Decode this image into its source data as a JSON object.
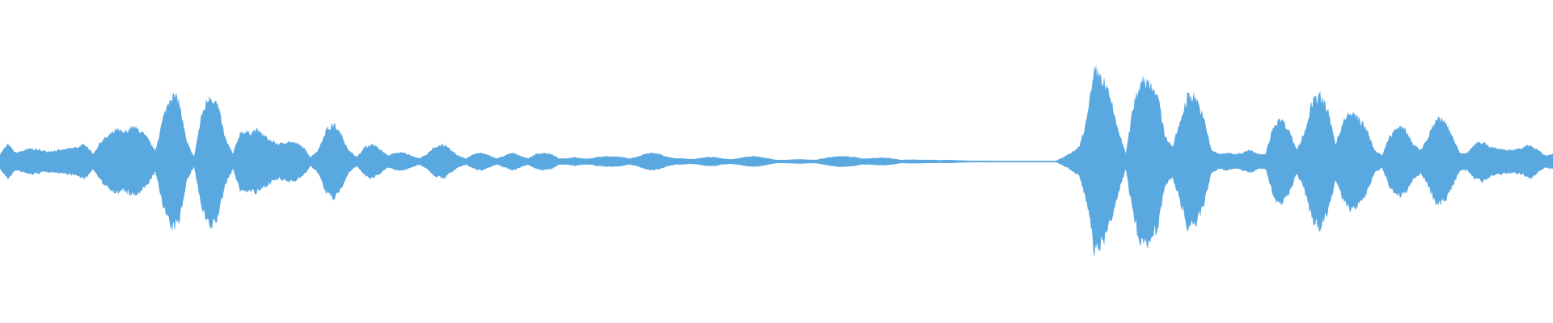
{
  "waveform": {
    "color": "#5aa8e0",
    "background": "#ffffff",
    "amplitude_envelope": [
      [
        0.0,
        0.05
      ],
      [
        0.005,
        0.12
      ],
      [
        0.01,
        0.06
      ],
      [
        0.02,
        0.09
      ],
      [
        0.03,
        0.07
      ],
      [
        0.04,
        0.08
      ],
      [
        0.05,
        0.1
      ],
      [
        0.055,
        0.12
      ],
      [
        0.06,
        0.05
      ],
      [
        0.065,
        0.14
      ],
      [
        0.07,
        0.18
      ],
      [
        0.075,
        0.22
      ],
      [
        0.08,
        0.2
      ],
      [
        0.085,
        0.24
      ],
      [
        0.09,
        0.22
      ],
      [
        0.095,
        0.16
      ],
      [
        0.1,
        0.07
      ],
      [
        0.105,
        0.3
      ],
      [
        0.11,
        0.47
      ],
      [
        0.115,
        0.43
      ],
      [
        0.12,
        0.14
      ],
      [
        0.125,
        0.03
      ],
      [
        0.13,
        0.33
      ],
      [
        0.135,
        0.47
      ],
      [
        0.14,
        0.4
      ],
      [
        0.145,
        0.16
      ],
      [
        0.15,
        0.05
      ],
      [
        0.155,
        0.21
      ],
      [
        0.16,
        0.2
      ],
      [
        0.165,
        0.22
      ],
      [
        0.17,
        0.18
      ],
      [
        0.175,
        0.14
      ],
      [
        0.18,
        0.12
      ],
      [
        0.185,
        0.14
      ],
      [
        0.19,
        0.13
      ],
      [
        0.195,
        0.1
      ],
      [
        0.2,
        0.03
      ],
      [
        0.205,
        0.08
      ],
      [
        0.21,
        0.22
      ],
      [
        0.215,
        0.26
      ],
      [
        0.22,
        0.18
      ],
      [
        0.225,
        0.07
      ],
      [
        0.23,
        0.03
      ],
      [
        0.235,
        0.1
      ],
      [
        0.24,
        0.12
      ],
      [
        0.245,
        0.08
      ],
      [
        0.25,
        0.04
      ],
      [
        0.255,
        0.06
      ],
      [
        0.26,
        0.06
      ],
      [
        0.265,
        0.04
      ],
      [
        0.27,
        0.02
      ],
      [
        0.275,
        0.05
      ],
      [
        0.28,
        0.1
      ],
      [
        0.285,
        0.12
      ],
      [
        0.29,
        0.08
      ],
      [
        0.295,
        0.04
      ],
      [
        0.3,
        0.02
      ],
      [
        0.305,
        0.05
      ],
      [
        0.31,
        0.06
      ],
      [
        0.315,
        0.04
      ],
      [
        0.32,
        0.02
      ],
      [
        0.325,
        0.04
      ],
      [
        0.33,
        0.06
      ],
      [
        0.335,
        0.04
      ],
      [
        0.34,
        0.02
      ],
      [
        0.345,
        0.05
      ],
      [
        0.35,
        0.06
      ],
      [
        0.355,
        0.05
      ],
      [
        0.36,
        0.02
      ],
      [
        0.365,
        0.02
      ],
      [
        0.37,
        0.03
      ],
      [
        0.375,
        0.02
      ],
      [
        0.38,
        0.02
      ],
      [
        0.385,
        0.03
      ],
      [
        0.39,
        0.035
      ],
      [
        0.395,
        0.035
      ],
      [
        0.4,
        0.03
      ],
      [
        0.405,
        0.02
      ],
      [
        0.41,
        0.03
      ],
      [
        0.415,
        0.05
      ],
      [
        0.42,
        0.06
      ],
      [
        0.425,
        0.05
      ],
      [
        0.43,
        0.03
      ],
      [
        0.435,
        0.02
      ],
      [
        0.44,
        0.02
      ],
      [
        0.445,
        0.015
      ],
      [
        0.45,
        0.02
      ],
      [
        0.455,
        0.03
      ],
      [
        0.46,
        0.03
      ],
      [
        0.465,
        0.02
      ],
      [
        0.47,
        0.015
      ],
      [
        0.475,
        0.02
      ],
      [
        0.48,
        0.03
      ],
      [
        0.485,
        0.035
      ],
      [
        0.49,
        0.03
      ],
      [
        0.495,
        0.02
      ],
      [
        0.5,
        0.01
      ],
      [
        0.505,
        0.01
      ],
      [
        0.51,
        0.012
      ],
      [
        0.515,
        0.015
      ],
      [
        0.52,
        0.012
      ],
      [
        0.525,
        0.01
      ],
      [
        0.53,
        0.02
      ],
      [
        0.535,
        0.03
      ],
      [
        0.54,
        0.035
      ],
      [
        0.545,
        0.035
      ],
      [
        0.55,
        0.03
      ],
      [
        0.555,
        0.02
      ],
      [
        0.56,
        0.02
      ],
      [
        0.565,
        0.025
      ],
      [
        0.57,
        0.025
      ],
      [
        0.575,
        0.02
      ],
      [
        0.58,
        0.01
      ],
      [
        0.585,
        0.012
      ],
      [
        0.59,
        0.012
      ],
      [
        0.595,
        0.01
      ],
      [
        0.6,
        0.01
      ],
      [
        0.605,
        0.008
      ],
      [
        0.61,
        0.01
      ],
      [
        0.615,
        0.008
      ],
      [
        0.62,
        0.006
      ],
      [
        0.625,
        0.004
      ],
      [
        0.63,
        0.004
      ],
      [
        0.635,
        0.004
      ],
      [
        0.64,
        0.004
      ],
      [
        0.645,
        0.003
      ],
      [
        0.65,
        0.003
      ],
      [
        0.655,
        0.003
      ],
      [
        0.66,
        0.003
      ],
      [
        0.665,
        0.003
      ],
      [
        0.67,
        0.003
      ],
      [
        0.675,
        0.003
      ],
      [
        0.68,
        0.003
      ],
      [
        0.685,
        0.03
      ],
      [
        0.69,
        0.06
      ],
      [
        0.695,
        0.1
      ],
      [
        0.7,
        0.3
      ],
      [
        0.705,
        0.64
      ],
      [
        0.71,
        0.58
      ],
      [
        0.715,
        0.44
      ],
      [
        0.72,
        0.22
      ],
      [
        0.725,
        0.05
      ],
      [
        0.73,
        0.4
      ],
      [
        0.735,
        0.58
      ],
      [
        0.74,
        0.56
      ],
      [
        0.745,
        0.48
      ],
      [
        0.75,
        0.18
      ],
      [
        0.755,
        0.1
      ],
      [
        0.76,
        0.28
      ],
      [
        0.765,
        0.47
      ],
      [
        0.77,
        0.45
      ],
      [
        0.775,
        0.3
      ],
      [
        0.78,
        0.08
      ],
      [
        0.785,
        0.05
      ],
      [
        0.79,
        0.06
      ],
      [
        0.795,
        0.05
      ],
      [
        0.8,
        0.06
      ],
      [
        0.805,
        0.08
      ],
      [
        0.81,
        0.05
      ],
      [
        0.815,
        0.05
      ],
      [
        0.82,
        0.25
      ],
      [
        0.825,
        0.3
      ],
      [
        0.83,
        0.22
      ],
      [
        0.835,
        0.08
      ],
      [
        0.84,
        0.2
      ],
      [
        0.845,
        0.42
      ],
      [
        0.85,
        0.46
      ],
      [
        0.855,
        0.35
      ],
      [
        0.86,
        0.12
      ],
      [
        0.865,
        0.28
      ],
      [
        0.87,
        0.34
      ],
      [
        0.875,
        0.3
      ],
      [
        0.88,
        0.22
      ],
      [
        0.885,
        0.08
      ],
      [
        0.89,
        0.04
      ],
      [
        0.895,
        0.18
      ],
      [
        0.9,
        0.24
      ],
      [
        0.905,
        0.22
      ],
      [
        0.91,
        0.12
      ],
      [
        0.915,
        0.08
      ],
      [
        0.92,
        0.18
      ],
      [
        0.925,
        0.3
      ],
      [
        0.93,
        0.28
      ],
      [
        0.935,
        0.18
      ],
      [
        0.94,
        0.06
      ],
      [
        0.945,
        0.06
      ],
      [
        0.95,
        0.12
      ],
      [
        0.955,
        0.14
      ],
      [
        0.96,
        0.1
      ],
      [
        0.965,
        0.09
      ],
      [
        0.97,
        0.08
      ],
      [
        0.975,
        0.08
      ],
      [
        0.98,
        0.09
      ],
      [
        0.985,
        0.12
      ],
      [
        0.99,
        0.08
      ],
      [
        0.995,
        0.04
      ],
      [
        1.0,
        0.05
      ]
    ]
  }
}
